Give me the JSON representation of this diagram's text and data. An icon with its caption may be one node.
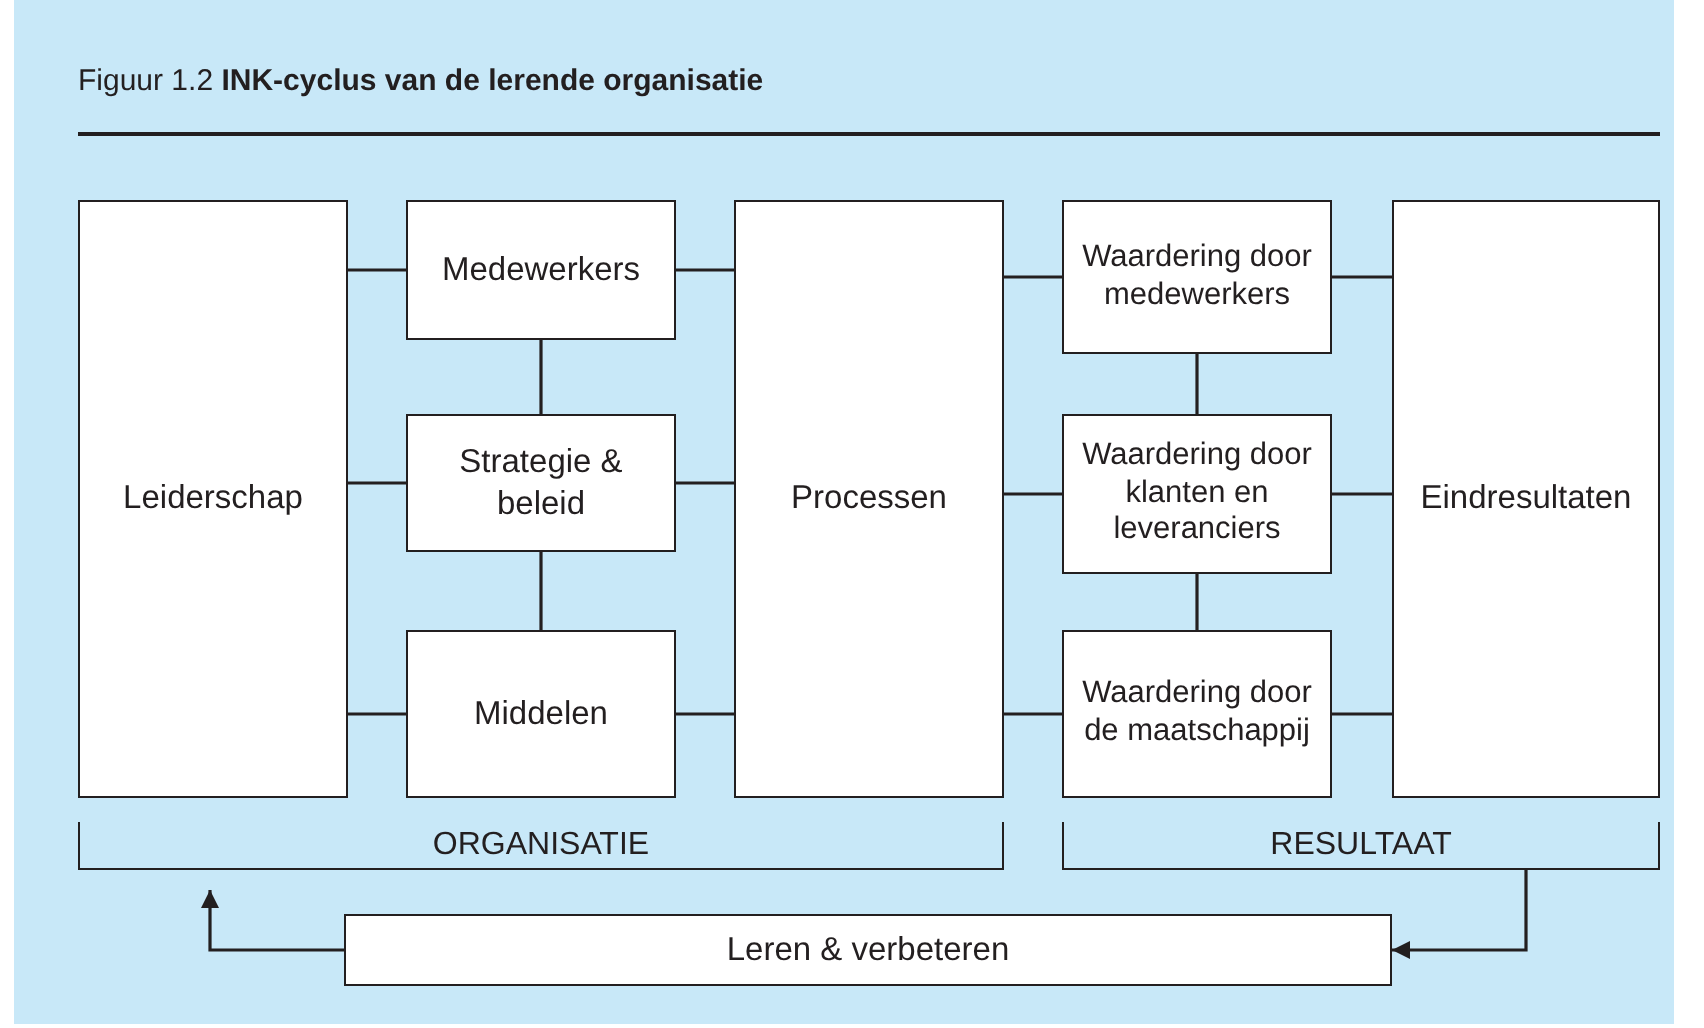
{
  "diagram": {
    "title": "Figuur 1.2  **INK-cyclus van de lerende organisatie**",
    "nodes": [
      {
        "text": [
          "Leiderschap"
        ]
      },
      {
        "text": [
          "Medewerkers"
        ]
      },
      {
        "text": [
          "Strategie & beleid"
        ]
      },
      {
        "text": [
          "Middelen"
        ]
      },
      {
        "text": [
          "Processen"
        ]
      },
      {
        "text": [
          "Waardering door medewerkers"
        ]
      },
      {
        "text": [
          "Waardering door klanten en leveranciers"
        ]
      },
      {
        "text": [
          "Waardering door de maatschappij"
        ]
      },
      {
        "text": [
          "Eindresultaten"
        ]
      },
      {
        "text": [
          "ORGANISATIE"
        ]
      },
      {
        "text": [
          "RESULTAAT"
        ]
      },
      {
        "text": [
          "Leren & verbeteren"
        ]
      }
    ],
    "edges": [
      {
        "from": 0,
        "to": 1,
        "arrow": "none"
      },
      {
        "from": 0,
        "to": 2,
        "arrow": "none"
      },
      {
        "from": 0,
        "to": 3,
        "arrow": "none"
      },
      {
        "from": 1,
        "to": 2,
        "arrow": "none"
      },
      {
        "from": 2,
        "to": 3,
        "arrow": "none"
      },
      {
        "from": 1,
        "to": 4,
        "arrow": "none"
      },
      {
        "from": 2,
        "to": 4,
        "arrow": "none"
      },
      {
        "from": 3,
        "to": 4,
        "arrow": "none"
      },
      {
        "from": 4,
        "to": 5,
        "arrow": "none"
      },
      {
        "from": 4,
        "to": 6,
        "arrow": "none"
      },
      {
        "from": 4,
        "to": 7,
        "arrow": "none"
      },
      {
        "from": 5,
        "to": 6,
        "arrow": "none"
      },
      {
        "from": 6,
        "to": 7,
        "arrow": "none"
      },
      {
        "from": 5,
        "to": 8,
        "arrow": "none"
      },
      {
        "from": 6,
        "to": 8,
        "arrow": "none"
      },
      {
        "from": 7,
        "to": 8,
        "arrow": "none"
      },
      {
        "from": 10,
        "to": 11,
        "arrow": "to"
      },
      {
        "from": 11,
        "to": 9,
        "arrow": "to"
      }
    ]
  }
}
